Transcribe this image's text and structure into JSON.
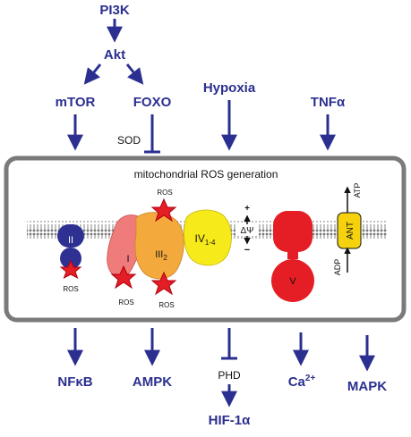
{
  "signals": {
    "pi3k": "PI3K",
    "akt": "Akt",
    "mtor": "mTOR",
    "foxo": "FOXO",
    "hypoxia": "Hypoxia",
    "tnfa": "TNFα",
    "nfkb": "NFκB",
    "ampk": "AMPK",
    "hif1a": "HIF-1α",
    "ca2_base": "Ca",
    "ca2_sup": "2+",
    "mapk": "MAPK"
  },
  "inhibitors": {
    "sod": "SOD",
    "phd": "PHD"
  },
  "mitochondrion": {
    "title": "mitochondrial ROS generation",
    "complex_ii": "II",
    "complex_i": "I",
    "complex_iii_base": "III",
    "complex_iii_sub": "2",
    "complex_iv_base": "IV",
    "complex_iv_sub": "1-4",
    "delta_psi": "ΔΨ",
    "plus": "+",
    "minus": "−",
    "complex_v": "V",
    "ant": "ANT",
    "atp": "ATP",
    "adp": "ADP",
    "ros": "ROS"
  },
  "colors": {
    "signal_blue": "#2b2f8f",
    "complex_ii": "#2e3192",
    "complex_i": "#ef7b7b",
    "complex_iii": "#f3a93c",
    "complex_iv": "#f7ea1a",
    "complex_v": "#e51d24",
    "ant": "#f6d20e",
    "ros_star": "#e51d24",
    "membrane_border": "#7a7a7a"
  }
}
